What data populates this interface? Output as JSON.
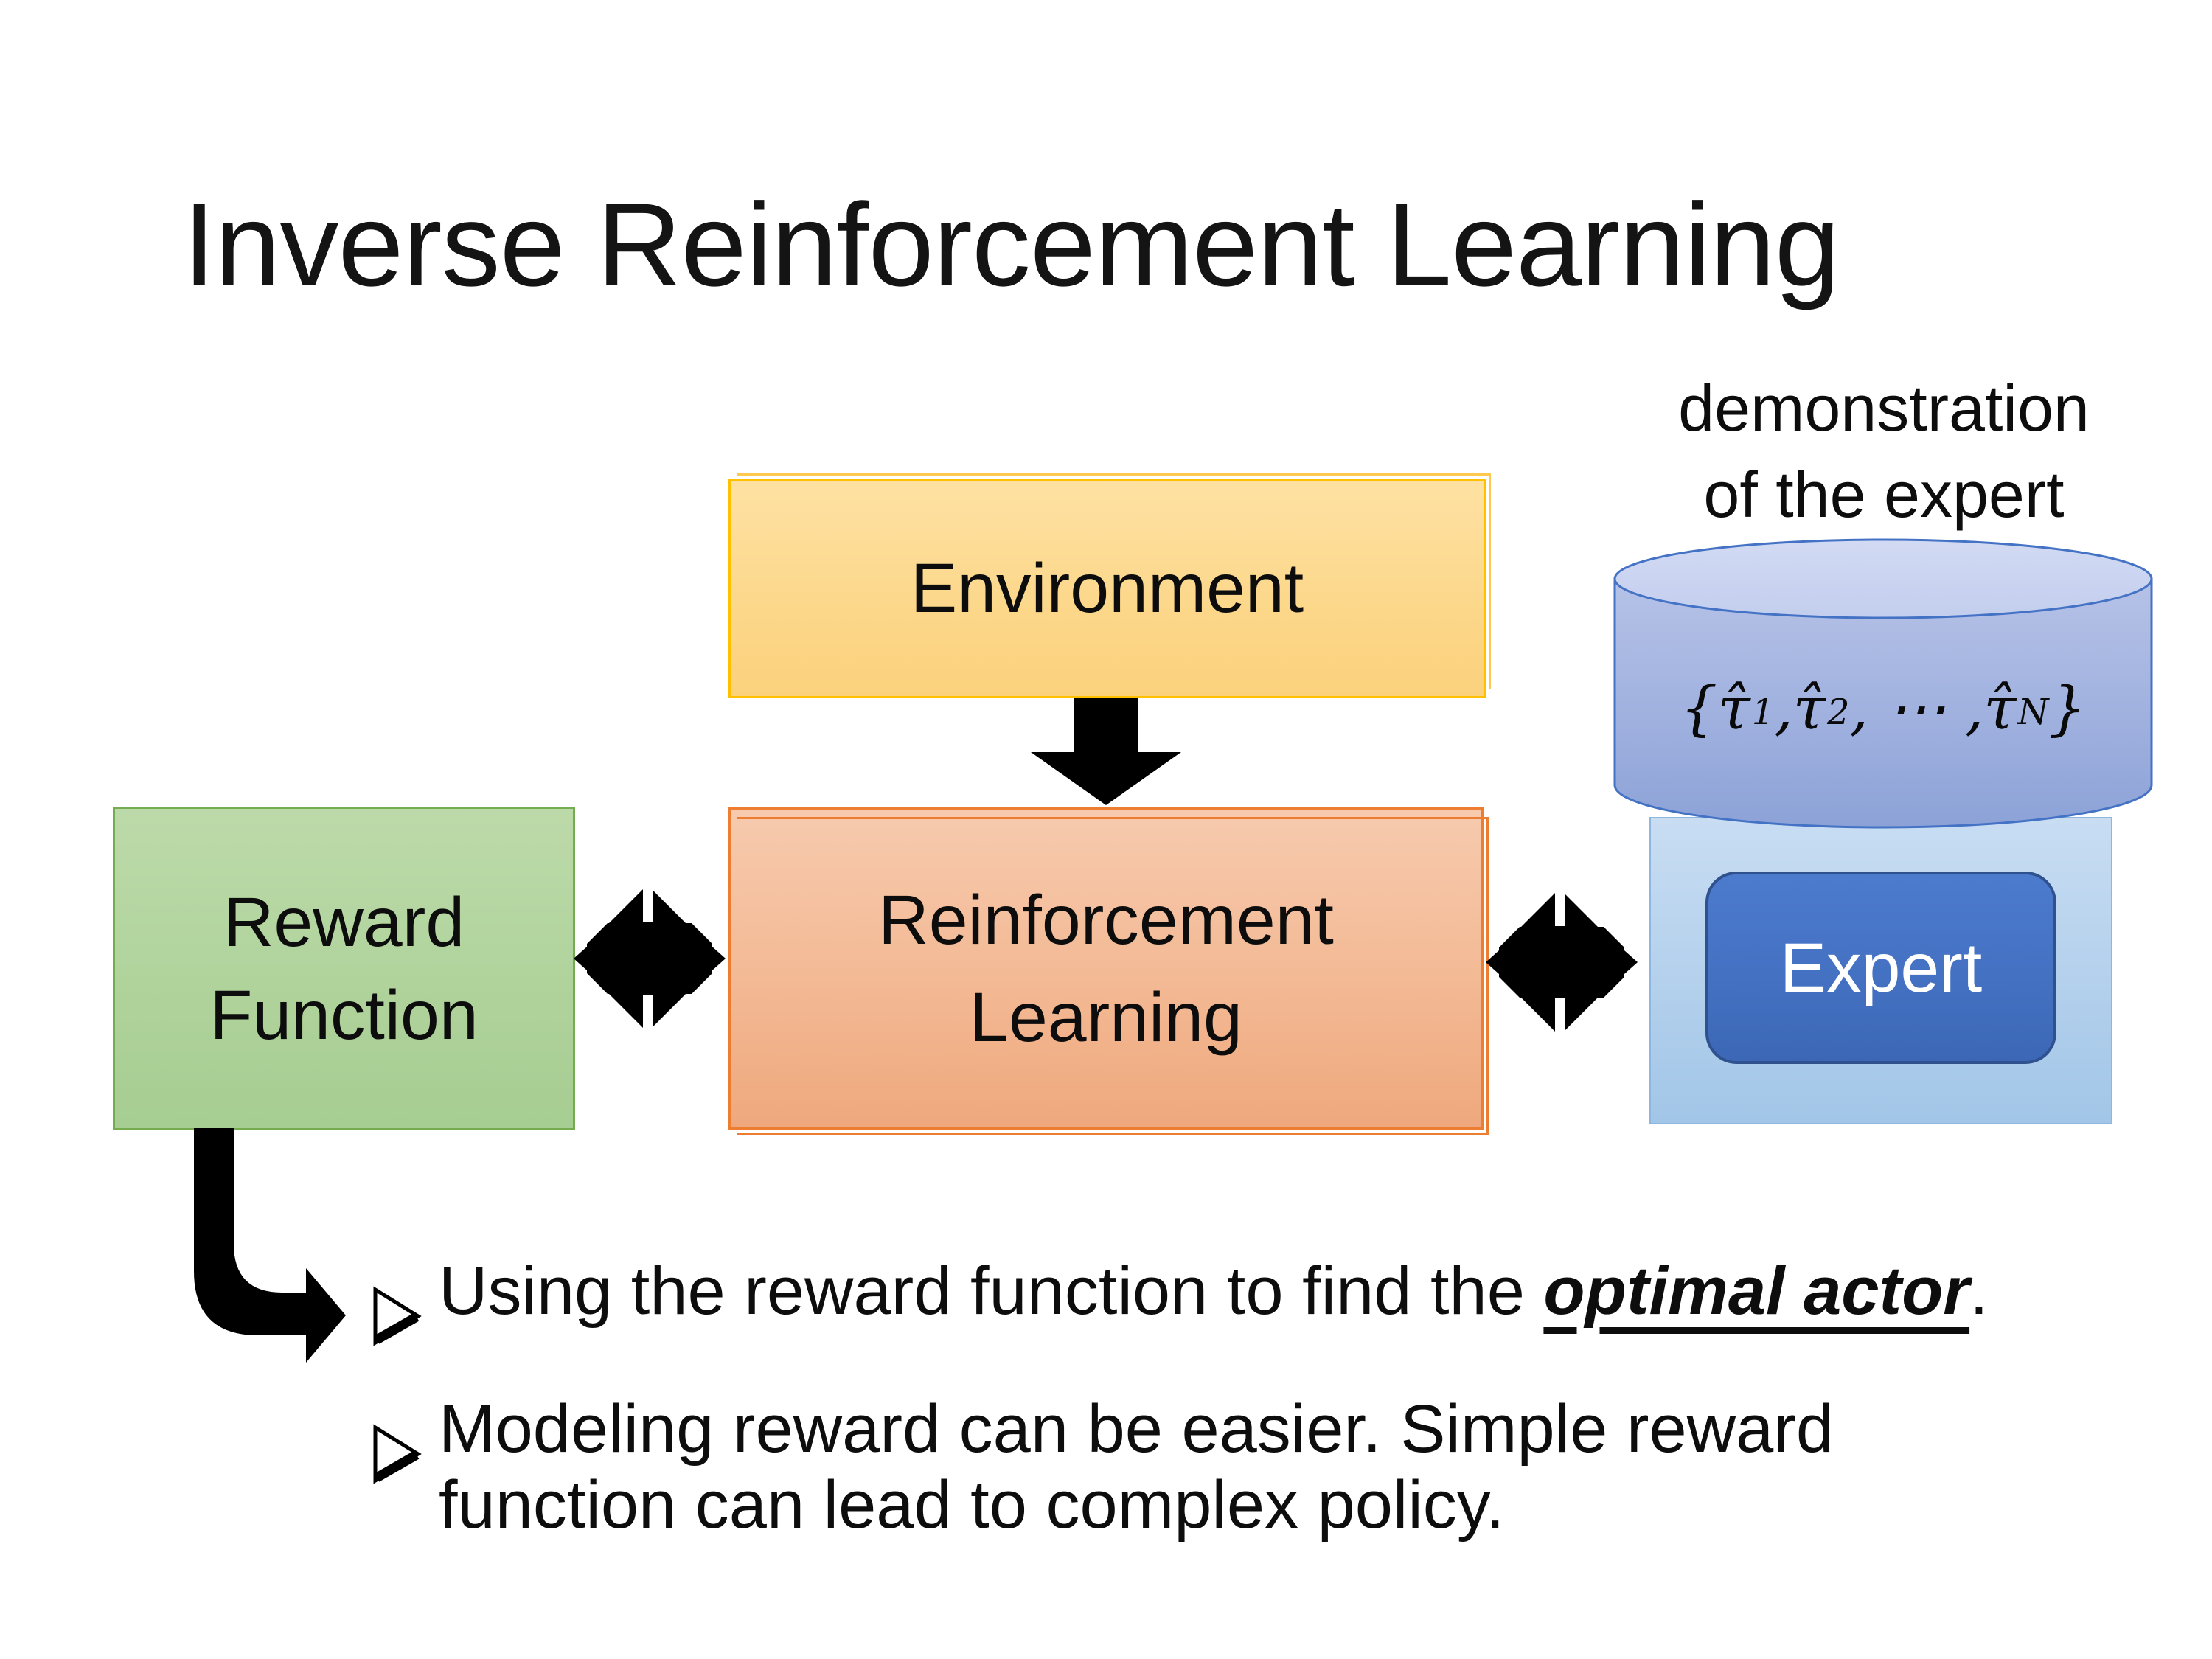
{
  "slide": {
    "title": "Inverse Reinforcement Learning",
    "demo_label": {
      "line1": "demonstration",
      "line2": "of the expert"
    },
    "boxes": {
      "environment": "Environment",
      "reward": {
        "line1": "Reward",
        "line2": "Function"
      },
      "reinforcement": {
        "line1": "Reinforcement",
        "line2": "Learning"
      },
      "expert": "Expert"
    },
    "formula": {
      "open": "{",
      "tau": "τ̂",
      "sub1": "1",
      "comma": ", ",
      "sub2": "2",
      "dots": ", ⋯ , ",
      "subN": "N",
      "close": "}"
    },
    "bullets": {
      "b1": {
        "prefix": "Using the reward function to find the ",
        "emphasis": "optimal actor",
        "suffix": "."
      },
      "b2": {
        "line1": "Modeling reward can be easier. Simple reward",
        "line2": "function can lead to complex policy."
      }
    },
    "icons": {
      "down_arrow": "down-arrow-icon",
      "double_arrow": "double-headed-exchange-arrow-icon",
      "elbow_arrow": "elbow-right-arrow-icon",
      "bullet": "arrowhead-bullet-icon",
      "cylinder": "database-cylinder-icon"
    },
    "colors": {
      "environment_border": "#FFC000",
      "reinforcement_border": "#ED7D31",
      "reward_border": "#70AD47",
      "cylinder_stroke": "#4472C4",
      "expert_fill": "#4472C4",
      "expert_border": "#2F528F",
      "expert_container_fill": "#BDD7EE",
      "arrow_black": "#000000",
      "background": "#FFFFFF"
    }
  }
}
